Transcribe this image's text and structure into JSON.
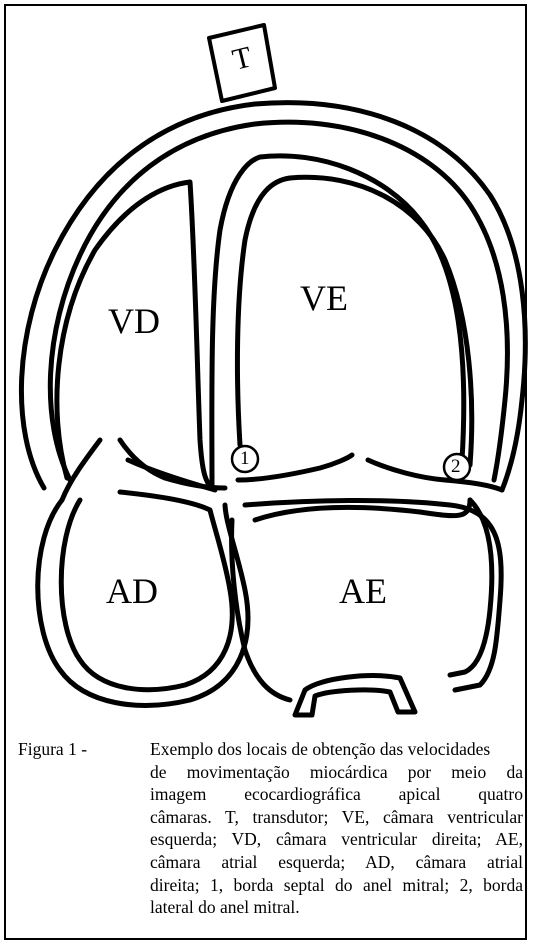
{
  "labels": {
    "transducer": "T",
    "right_ventricle": "VD",
    "left_ventricle": "VE",
    "right_atrium": "AD",
    "left_atrium": "AE",
    "marker_1": "1",
    "marker_2": "2"
  },
  "caption": {
    "prefix": "Figura 1 - ",
    "line1": "Exemplo dos locais de obtenção das velocidades",
    "line2": "de movimentação miocárdica por meio da",
    "line3": "imagem ecocardiográfica apical quatro",
    "line4": "câmaras. T, transdutor; VE, câmara ventricular",
    "line5": "esquerda; VD, câmara ventricular direita; AE,",
    "line6": "câmara atrial esquerda; AD, câmara atrial",
    "line7": "direita; 1, borda septal do anel mitral; 2, borda",
    "line8": "lateral do anel mitral."
  }
}
